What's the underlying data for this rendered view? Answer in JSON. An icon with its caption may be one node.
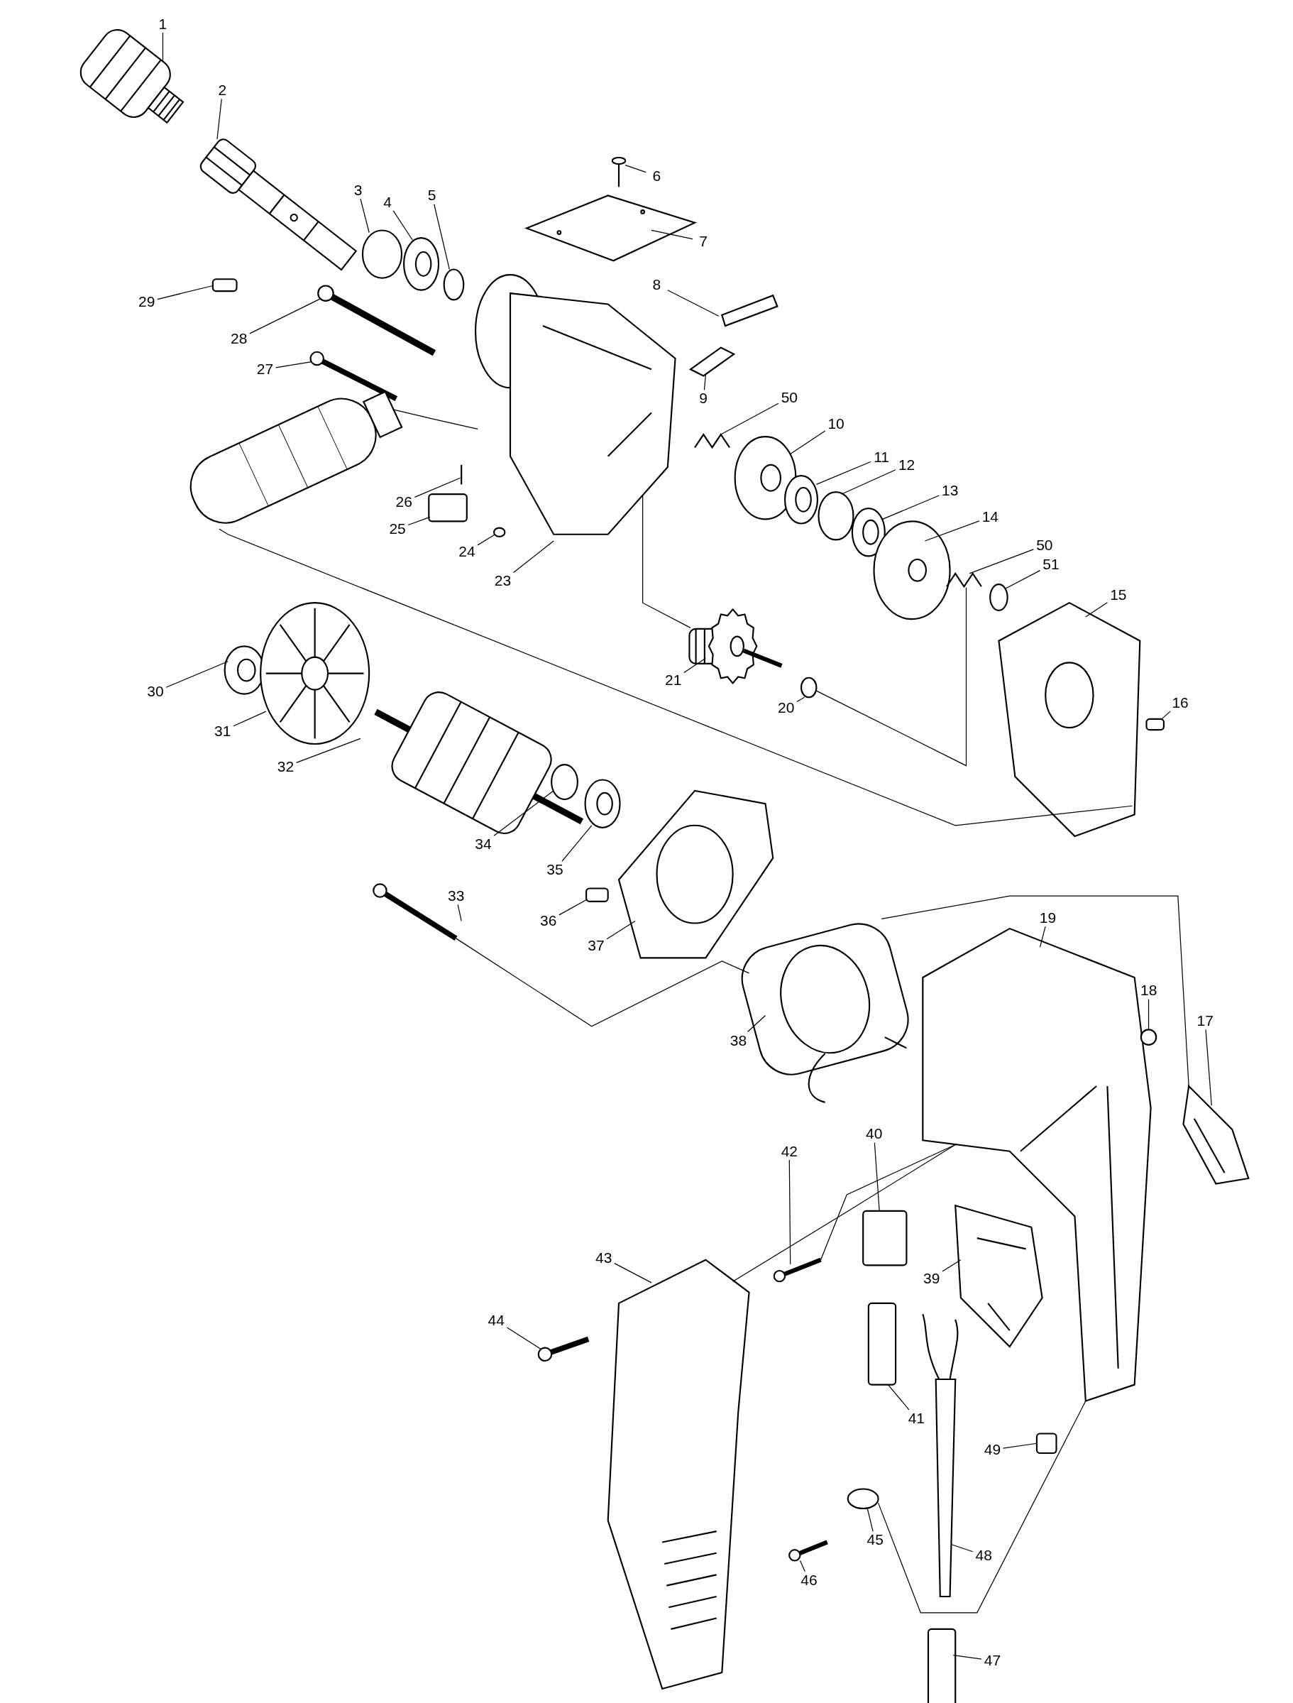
{
  "diagram": {
    "nodes": [
      {
        "text": [
          "1"
        ]
      },
      {
        "text": [
          "2"
        ]
      },
      {
        "text": [
          "3"
        ]
      },
      {
        "text": [
          "4"
        ]
      },
      {
        "text": [
          "5"
        ]
      },
      {
        "text": [
          "6"
        ]
      },
      {
        "text": [
          "7"
        ]
      },
      {
        "text": [
          "8"
        ]
      },
      {
        "text": [
          "9"
        ]
      },
      {
        "text": [
          "50"
        ]
      },
      {
        "text": [
          "10"
        ]
      },
      {
        "text": [
          "11"
        ]
      },
      {
        "text": [
          "12"
        ]
      },
      {
        "text": [
          "13"
        ]
      },
      {
        "text": [
          "14"
        ]
      },
      {
        "text": [
          "50"
        ]
      },
      {
        "text": [
          "51"
        ]
      },
      {
        "text": [
          "15"
        ]
      },
      {
        "text": [
          "16"
        ]
      },
      {
        "text": [
          "29"
        ]
      },
      {
        "text": [
          "28"
        ]
      },
      {
        "text": [
          "27"
        ]
      },
      {
        "text": [
          "26"
        ]
      },
      {
        "text": [
          "25"
        ]
      },
      {
        "text": [
          "24"
        ]
      },
      {
        "text": [
          "23"
        ]
      },
      {
        "text": [
          "21"
        ]
      },
      {
        "text": [
          "20"
        ]
      },
      {
        "text": [
          "30"
        ]
      },
      {
        "text": [
          "31"
        ]
      },
      {
        "text": [
          "32"
        ]
      },
      {
        "text": [
          "34"
        ]
      },
      {
        "text": [
          "35"
        ]
      },
      {
        "text": [
          "36"
        ]
      },
      {
        "text": [
          "37"
        ]
      },
      {
        "text": [
          "33"
        ]
      },
      {
        "text": [
          "38"
        ]
      },
      {
        "text": [
          "19"
        ]
      },
      {
        "text": [
          "18"
        ]
      },
      {
        "text": [
          "17"
        ]
      },
      {
        "text": [
          "40"
        ]
      },
      {
        "text": [
          "42"
        ]
      },
      {
        "text": [
          "39"
        ]
      },
      {
        "text": [
          "43"
        ]
      },
      {
        "text": [
          "44"
        ]
      },
      {
        "text": [
          "41"
        ]
      },
      {
        "text": [
          "49"
        ]
      },
      {
        "text": [
          "45"
        ]
      },
      {
        "text": [
          "48"
        ]
      },
      {
        "text": [
          "46"
        ]
      },
      {
        "text": [
          "47"
        ]
      },
      {
        "text": [],
        "shape": "picture"
      },
      {
        "text": [],
        "shape": "picture"
      },
      {
        "text": [],
        "shape": "circle"
      },
      {
        "text": [],
        "shape": "picture"
      },
      {
        "text": [],
        "shape": "circle"
      },
      {
        "text": [],
        "shape": "picture"
      },
      {
        "text": [],
        "shape": "picture"
      },
      {
        "text": [],
        "shape": "picture"
      },
      {
        "text": [],
        "shape": "picture"
      },
      {
        "text": [],
        "shape": "picture"
      },
      {
        "text": [],
        "shape": "picture"
      },
      {
        "text": [],
        "shape": "picture"
      },
      {
        "text": [],
        "shape": "circle"
      },
      {
        "text": [],
        "shape": "picture"
      },
      {
        "text": [],
        "shape": "picture"
      },
      {
        "text": [],
        "shape": "picture"
      },
      {
        "text": [],
        "shape": "circle"
      },
      {
        "text": [],
        "shape": "picture"
      },
      {
        "text": [],
        "shape": "box"
      },
      {
        "text": [],
        "shape": "box"
      },
      {
        "text": [],
        "shape": "picture"
      },
      {
        "text": [],
        "shape": "picture"
      },
      {
        "text": [],
        "shape": "picture"
      },
      {
        "text": [],
        "shape": "box"
      },
      {
        "text": [],
        "shape": "circle"
      },
      {
        "text": [],
        "shape": "picture"
      },
      {
        "text": [],
        "shape": "picture"
      },
      {
        "text": [],
        "shape": "circle"
      },
      {
        "text": [],
        "shape": "picture"
      },
      {
        "text": [],
        "shape": "picture"
      },
      {
        "text": [],
        "shape": "picture"
      },
      {
        "text": [],
        "shape": "circle"
      },
      {
        "text": [],
        "shape": "picture"
      },
      {
        "text": [],
        "shape": "box"
      },
      {
        "text": [],
        "shape": "picture"
      },
      {
        "text": [],
        "shape": "picture"
      },
      {
        "text": [],
        "shape": "picture"
      },
      {
        "text": [],
        "shape": "picture"
      },
      {
        "text": [],
        "shape": "circle"
      },
      {
        "text": [],
        "shape": "picture"
      },
      {
        "text": [],
        "shape": "box"
      },
      {
        "text": [],
        "shape": "picture"
      },
      {
        "text": [],
        "shape": "picture"
      },
      {
        "text": [],
        "shape": "picture"
      },
      {
        "text": [],
        "shape": "picture"
      },
      {
        "text": [],
        "shape": "box"
      },
      {
        "text": [],
        "shape": "box"
      },
      {
        "text": [],
        "shape": "circle"
      },
      {
        "text": [],
        "shape": "picture"
      },
      {
        "text": [],
        "shape": "picture"
      },
      {
        "text": [],
        "shape": "box"
      },
      {
        "text": [],
        "shape": "picture"
      }
    ],
    "edges": [
      {
        "from": 0,
        "to": 51,
        "arrow": "none"
      },
      {
        "from": 1,
        "to": 52,
        "arrow": "none"
      },
      {
        "from": 2,
        "to": 53,
        "arrow": "none"
      },
      {
        "from": 3,
        "to": 54,
        "arrow": "none"
      },
      {
        "from": 4,
        "to": 55,
        "arrow": "none"
      },
      {
        "from": 5,
        "to": 56,
        "arrow": "none"
      },
      {
        "from": 6,
        "to": 57,
        "arrow": "none"
      },
      {
        "from": 7,
        "to": 58,
        "arrow": "none"
      },
      {
        "from": 8,
        "to": 59,
        "arrow": "none"
      },
      {
        "from": 9,
        "to": 60,
        "arrow": "none"
      },
      {
        "from": 10,
        "to": 61,
        "arrow": "none"
      },
      {
        "from": 11,
        "to": 62,
        "arrow": "none"
      },
      {
        "from": 12,
        "to": 63,
        "arrow": "none"
      },
      {
        "from": 13,
        "to": 64,
        "arrow": "none"
      },
      {
        "from": 14,
        "to": 65,
        "arrow": "none"
      },
      {
        "from": 15,
        "to": 66,
        "arrow": "none"
      },
      {
        "from": 16,
        "to": 67,
        "arrow": "none"
      },
      {
        "from": 17,
        "to": 68,
        "arrow": "none"
      },
      {
        "from": 18,
        "to": 69,
        "arrow": "none"
      },
      {
        "from": 19,
        "to": 70,
        "arrow": "none"
      },
      {
        "from": 20,
        "to": 71,
        "arrow": "none"
      },
      {
        "from": 21,
        "to": 72,
        "arrow": "none"
      },
      {
        "from": 22,
        "to": 73,
        "arrow": "none"
      },
      {
        "from": 23,
        "to": 74,
        "arrow": "none"
      },
      {
        "from": 24,
        "to": 75,
        "arrow": "none"
      },
      {
        "from": 25,
        "to": 76,
        "arrow": "none"
      },
      {
        "from": 26,
        "to": 77,
        "arrow": "none"
      },
      {
        "from": 27,
        "to": 78,
        "arrow": "none"
      },
      {
        "from": 28,
        "to": 79,
        "arrow": "none"
      },
      {
        "from": 29,
        "to": 80,
        "arrow": "none"
      },
      {
        "from": 30,
        "to": 81,
        "arrow": "none"
      },
      {
        "from": 31,
        "to": 82,
        "arrow": "none"
      },
      {
        "from": 32,
        "to": 83,
        "arrow": "none"
      },
      {
        "from": 33,
        "to": 84,
        "arrow": "none"
      },
      {
        "from": 34,
        "to": 85,
        "arrow": "none"
      },
      {
        "from": 35,
        "to": 86,
        "arrow": "none"
      },
      {
        "from": 36,
        "to": 87,
        "arrow": "none"
      },
      {
        "from": 37,
        "to": 88,
        "arrow": "none"
      },
      {
        "from": 38,
        "to": 89,
        "arrow": "none"
      },
      {
        "from": 39,
        "to": 90,
        "arrow": "none"
      },
      {
        "from": 40,
        "to": 91,
        "arrow": "none"
      },
      {
        "from": 41,
        "to": 92,
        "arrow": "none"
      },
      {
        "from": 42,
        "to": 93,
        "arrow": "none"
      },
      {
        "from": 43,
        "to": 94,
        "arrow": "none"
      },
      {
        "from": 44,
        "to": 95,
        "arrow": "none"
      },
      {
        "from": 45,
        "to": 96,
        "arrow": "none"
      },
      {
        "from": 46,
        "to": 97,
        "arrow": "none"
      },
      {
        "from": 47,
        "to": 98,
        "arrow": "none"
      },
      {
        "from": 48,
        "to": 99,
        "arrow": "none"
      },
      {
        "from": 49,
        "to": 100,
        "arrow": "none"
      },
      {
        "from": 50,
        "to": 101,
        "arrow": "none"
      },
      {
        "from": 102,
        "to": 76,
        "arrow": "none"
      },
      {
        "from": 102,
        "to": 68,
        "arrow": "none"
      },
      {
        "from": 86,
        "to": 87,
        "arrow": "none"
      },
      {
        "from": 78,
        "to": 66,
        "arrow": "none"
      },
      {
        "from": 76,
        "to": 77,
        "arrow": "none"
      },
      {
        "from": 94,
        "to": 88,
        "arrow": "none"
      },
      {
        "from": 92,
        "to": 88,
        "arrow": "none"
      },
      {
        "from": 98,
        "to": 88,
        "arrow": "none"
      },
      {
        "from": 87,
        "to": 90,
        "arrow": "none"
      }
    ]
  }
}
